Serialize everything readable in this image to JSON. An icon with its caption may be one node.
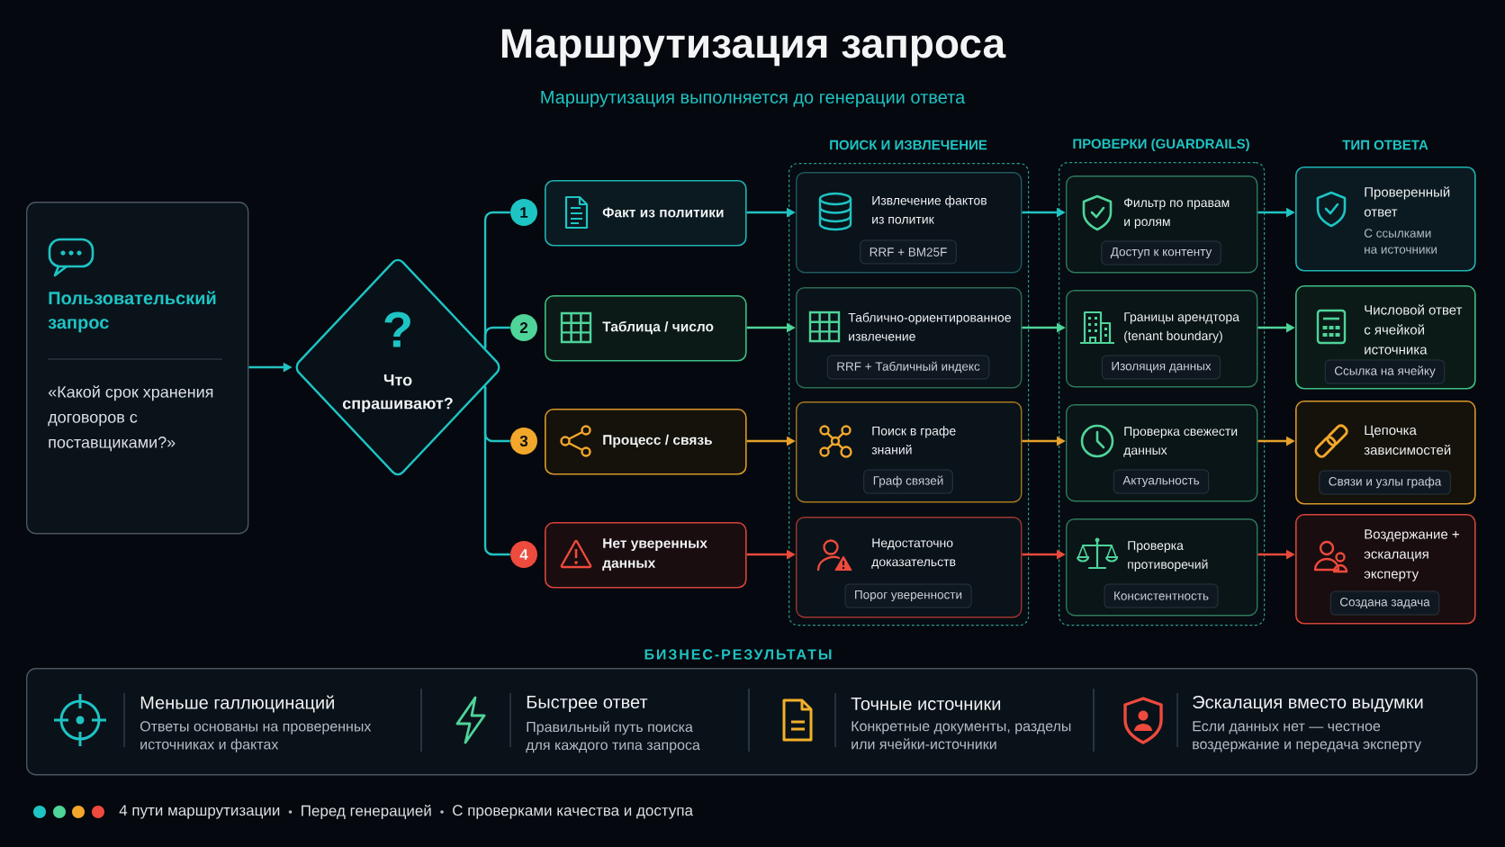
{
  "diagram": {
    "title": "Маршрутизация запроса",
    "nodes": [
      {
        "text": [
          "Пользовательский запрос",
          "«Какой срок хранения договоров с поставщиками?»"
        ]
      },
      {
        "text": [
          "?",
          "Что спрашивают?"
        ]
      },
      {
        "text": [
          "1"
        ]
      },
      {
        "text": [
          "2"
        ]
      },
      {
        "text": [
          "3"
        ]
      },
      {
        "text": [
          "4"
        ]
      },
      {
        "text": [
          "Факт из политики"
        ]
      },
      {
        "text": [
          "Таблица / число"
        ]
      },
      {
        "text": [
          "Процесс / связь"
        ]
      },
      {
        "text": [
          "Нет уверенных данных"
        ]
      },
      {
        "text": [
          "ПОИСК И ИЗВЛЕЧЕНИЕ"
        ]
      },
      {
        "text": [
          "Извлечение фактов из политик"
        ],
        "in": 10
      },
      {
        "text": [
          "RRF + BM25F"
        ],
        "in": 11
      },
      {
        "text": [
          "Таблично-ориентированное извлечение"
        ],
        "in": 10
      },
      {
        "text": [
          "RRF + Табличный индекс"
        ],
        "in": 13
      },
      {
        "text": [
          "Поиск в графе знаний"
        ],
        "in": 10
      },
      {
        "text": [
          "Граф связей"
        ],
        "in": 15
      },
      {
        "text": [
          "Недостаточно доказательств"
        ],
        "in": 10
      },
      {
        "text": [
          "Порог уверенности"
        ],
        "in": 17
      },
      {
        "text": [
          "ПРОВЕРКИ (GUARDRAILS)"
        ]
      },
      {
        "text": [
          "Фильтр по правам и ролям"
        ],
        "in": 19
      },
      {
        "text": [
          "Доступ к контенту"
        ],
        "in": 20
      },
      {
        "text": [
          "Границы арендтора (tenant boundary)"
        ],
        "in": 19
      },
      {
        "text": [
          "Изоляция данных"
        ],
        "in": 22
      },
      {
        "text": [
          "Проверка свежести данных"
        ],
        "in": 19
      },
      {
        "text": [
          "Актуальность"
        ],
        "in": 24
      },
      {
        "text": [
          "Проверка противоречий"
        ],
        "in": 19
      },
      {
        "text": [
          "Консистентность"
        ],
        "in": 26
      },
      {
        "text": [
          "Проверенный ответ",
          "С ссылками на источники"
        ]
      },
      {
        "text": [
          "Числовой ответ с ячейкой источника"
        ]
      },
      {
        "text": [
          "Ссылка на ячейку"
        ],
        "in": 29
      },
      {
        "text": [
          "Цепочка зависимостей"
        ]
      },
      {
        "text": [
          "Связи и узлы графа"
        ],
        "in": 31
      },
      {
        "text": [
          "Воздержание + эскалация эксперту"
        ]
      },
      {
        "text": [
          "Создана задача"
        ],
        "in": 33
      },
      {
        "text": [
          "БИЗНЕС-РЕЗУЛЬТАТЫ",
          "Меньше галлюцинаций",
          "Ответы основаны на проверенных источниках и фактах",
          "Быстрее ответ",
          "Правильный путь поиска для каждого типа запроса",
          "Точные источники",
          "Конкретные документы, разделы или ячейки-источники",
          "Эскалация вместо выдумки",
          "Если данных нет — честное воздержание и передача эксперту"
        ]
      }
    ],
    "edges": [
      {
        "from": 0,
        "to": 1,
        "arrow": "to",
        "color": "#22c3c3"
      },
      {
        "from": 1,
        "to": 2,
        "arrow": "none",
        "color": "#22c3c3"
      },
      {
        "from": 1,
        "to": 3,
        "arrow": "none",
        "color": "#22c3c3"
      },
      {
        "from": 1,
        "to": 4,
        "arrow": "none",
        "color": "#22c3c3"
      },
      {
        "from": 1,
        "to": 5,
        "arrow": "none",
        "color": "#22c3c3"
      },
      {
        "from": 6,
        "to": 11,
        "arrow": "to",
        "color": "#22c3c3"
      },
      {
        "from": 7,
        "to": 13,
        "arrow": "to",
        "color": "#4fd49a"
      },
      {
        "from": 8,
        "to": 15,
        "arrow": "to",
        "color": "#e6a12c"
      },
      {
        "from": 9,
        "to": 17,
        "arrow": "to",
        "color": "#ea4a3c"
      },
      {
        "from": 11,
        "to": 20,
        "arrow": "to",
        "color": "#22c3c3"
      },
      {
        "from": 13,
        "to": 22,
        "arrow": "to",
        "color": "#4fd49a"
      },
      {
        "from": 15,
        "to": 24,
        "arrow": "to",
        "color": "#e6a12c"
      },
      {
        "from": 17,
        "to": 26,
        "arrow": "to",
        "color": "#ea4a3c"
      },
      {
        "from": 20,
        "to": 28,
        "arrow": "to",
        "color": "#22c3c3"
      },
      {
        "from": 22,
        "to": 29,
        "arrow": "to",
        "color": "#4fd49a"
      },
      {
        "from": 24,
        "to": 31,
        "arrow": "to",
        "color": "#e6a12c"
      },
      {
        "from": 26,
        "to": 33,
        "arrow": "to",
        "color": "#ea4a3c"
      }
    ],
    "labels": [
      "Маршрутизация выполняется до генерации ответа",
      "ТИП ОТВЕТА",
      "4 пути маршрутизации",
      "Перед генерацией",
      "С проверками качества и доступа"
    ]
  }
}
